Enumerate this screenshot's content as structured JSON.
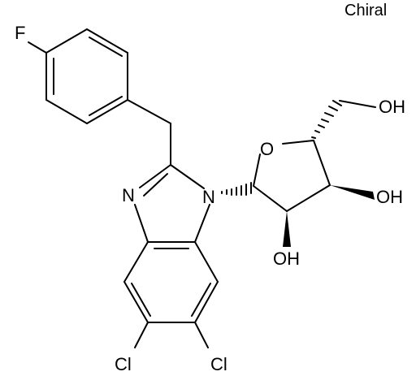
{
  "flag": "Chiral",
  "atoms": {
    "F": "F",
    "N1": "N",
    "N3": "N",
    "O_ring": "O",
    "O_h5": "OH",
    "O_h3": "OH",
    "O_h2": "OH",
    "Cl5": "Cl",
    "Cl6": "Cl"
  },
  "stereo_bonds": [
    {
      "from": "N1",
      "to": "C1'",
      "style": "hashed"
    },
    {
      "from": "C4'",
      "to": "C5'",
      "style": "hashed"
    },
    {
      "from": "C3'",
      "to": "O3'",
      "style": "wedge"
    },
    {
      "from": "C2'",
      "to": "O2'",
      "style": "wedge"
    }
  ],
  "colors": {
    "ink": "#000000",
    "background": "#ffffff"
  }
}
